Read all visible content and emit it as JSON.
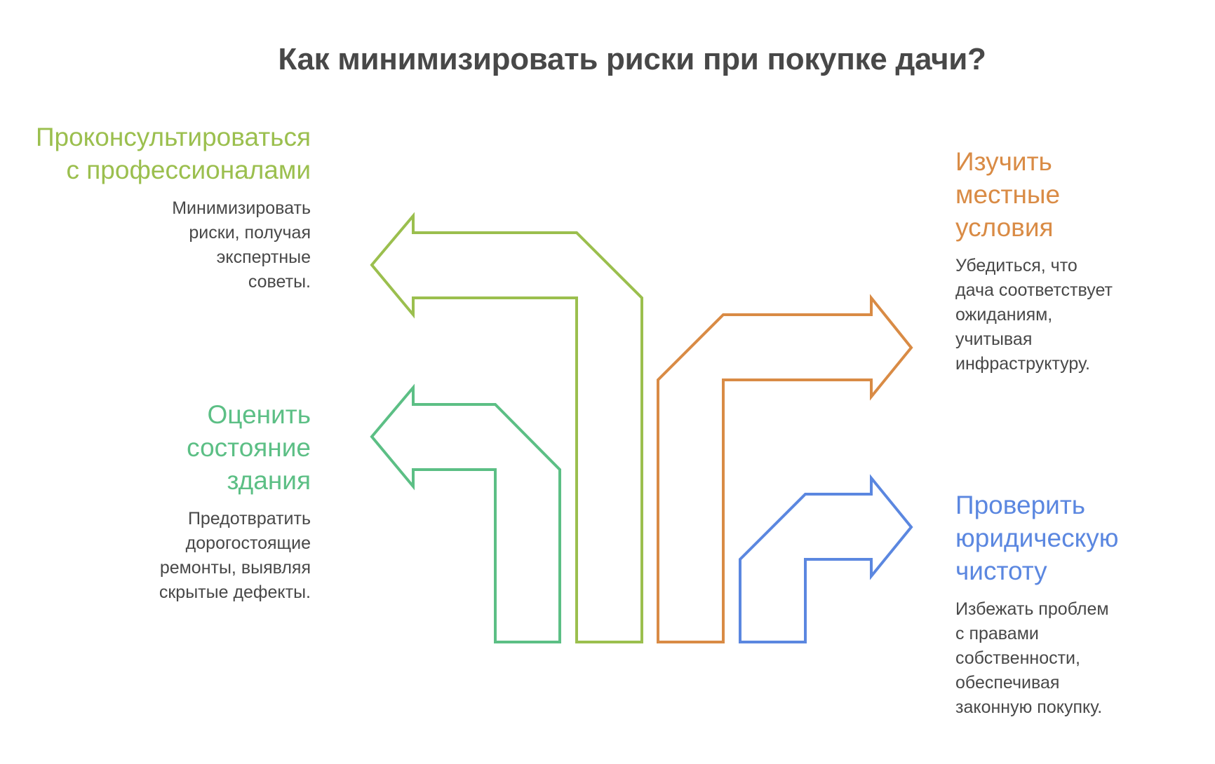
{
  "title": "Как минимизировать риски при покупке дачи?",
  "colors": {
    "consult": "#9BBF4E",
    "building": "#5CBF85",
    "local": "#D98B45",
    "legal": "#5B87E0",
    "text": "#484848"
  },
  "items": [
    {
      "id": "consult",
      "side": "left",
      "title_lines": [
        "Проконсультироваться",
        "с профессионалами"
      ],
      "desc_lines": [
        "Минимизировать",
        "риски, получая",
        "экспертные",
        "советы."
      ]
    },
    {
      "id": "building",
      "side": "left",
      "title_lines": [
        "Оценить",
        "состояние",
        "здания"
      ],
      "desc_lines": [
        "Предотвратить",
        "дорогостоящие",
        "ремонты, выявляя",
        "скрытые дефекты."
      ]
    },
    {
      "id": "local",
      "side": "right",
      "title_lines": [
        "Изучить",
        "местные",
        "условия"
      ],
      "desc_lines": [
        "Убедиться, что",
        "дача соответствует",
        "ожиданиям,",
        "учитывая",
        "инфраструктуру."
      ]
    },
    {
      "id": "legal",
      "side": "right",
      "title_lines": [
        "Проверить",
        "юридическую",
        "чистоту"
      ],
      "desc_lines": [
        "Избежать проблем",
        "с правами",
        "собственности,",
        "обеспечивая",
        "законную покупку."
      ]
    }
  ]
}
